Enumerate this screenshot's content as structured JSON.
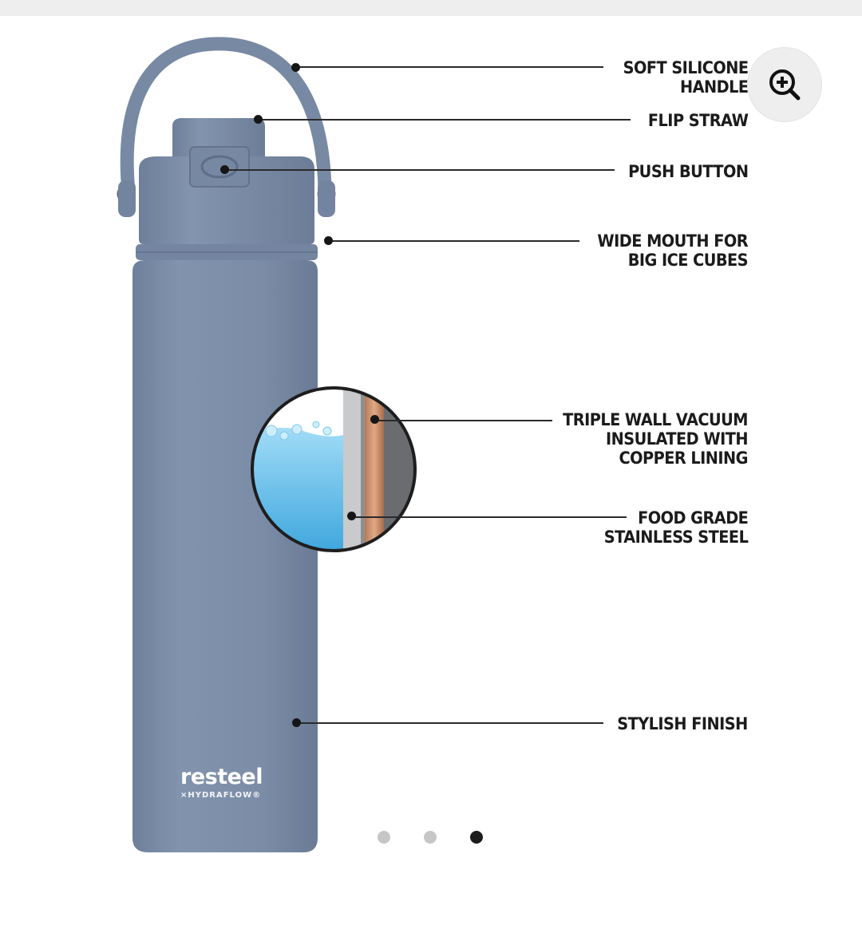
{
  "gallery": {
    "callouts": [
      {
        "id": "handle",
        "label": "SOFT SILICONE\nHANDLE"
      },
      {
        "id": "straw",
        "label": "FLIP STRAW"
      },
      {
        "id": "button",
        "label": "PUSH BUTTON"
      },
      {
        "id": "mouth",
        "label": "WIDE MOUTH FOR\nBIG ICE CUBES"
      },
      {
        "id": "wall",
        "label": "TRIPLE WALL VACUUM\nINSULATED WITH\nCOPPER LINING"
      },
      {
        "id": "steel",
        "label": "FOOD GRADE\nSTAINLESS STEEL"
      },
      {
        "id": "finish",
        "label": "STYLISH FINISH"
      }
    ],
    "brand": {
      "name": "resteel",
      "subline": "×HYDRAFLOW®"
    },
    "pagination": {
      "total": 3,
      "active": 3
    },
    "zoom_icon": "zoom-in-icon",
    "colors": {
      "bottle": "#7d8ea9",
      "copper": "#c98f6c",
      "water": "#6fc3ec",
      "accent_dot": "#1c1c1c"
    }
  }
}
